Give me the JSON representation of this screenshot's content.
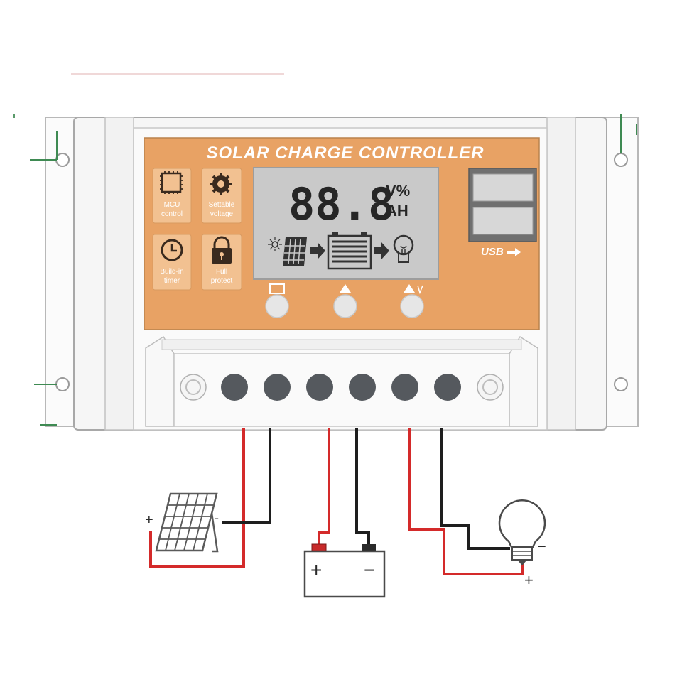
{
  "device": {
    "title": "SOLAR CHARGE CONTROLLER",
    "features": [
      {
        "icon": "chip-icon",
        "line1": "MCU",
        "line2": "control"
      },
      {
        "icon": "gear-icon",
        "line1": "Settable",
        "line2": "voltage"
      },
      {
        "icon": "clock-icon",
        "line1": "Build-in",
        "line2": "timer"
      },
      {
        "icon": "lock-icon",
        "line1": "Full",
        "line2": "protect"
      }
    ],
    "lcd": {
      "digits": "88.8",
      "unit_top": "V%",
      "unit_bottom": "AH"
    },
    "usb_label": "USB",
    "buttons": [
      {
        "icon": "menu-icon"
      },
      {
        "icon": "up-icon"
      },
      {
        "icon": "up-down-icon"
      }
    ],
    "terminal_count": 6
  },
  "wiring": {
    "panel_plus": "+",
    "panel_minus": "-",
    "battery_plus": "+",
    "battery_minus": "−",
    "load_plus": "+",
    "load_minus": "−"
  },
  "colors": {
    "face": "#e8a264",
    "lcd": "#c9c9c9",
    "red_wire": "#d42a2a",
    "black_wire": "#1e1e1e",
    "terminal": "#55595e",
    "case": "#f6f6f6"
  }
}
